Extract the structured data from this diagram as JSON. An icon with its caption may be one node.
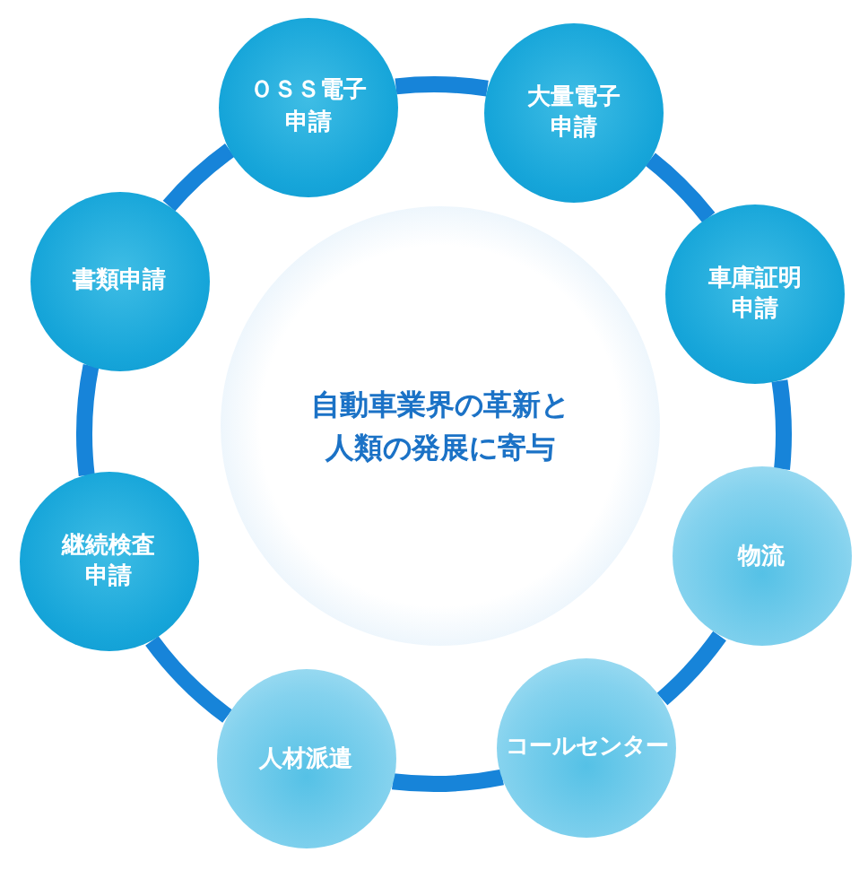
{
  "diagram": {
    "nodes": [
      {
        "text": [
          "自動車業界の革新と人類の発展に寄与"
        ]
      },
      {
        "text": [
          "ＯＳＳ電子申請"
        ]
      },
      {
        "text": [
          "大量電子申請"
        ]
      },
      {
        "text": [
          "車庫証明申請"
        ]
      },
      {
        "text": [
          "物流"
        ]
      },
      {
        "text": [
          "コールセンター"
        ]
      },
      {
        "text": [
          "人材派遣"
        ]
      },
      {
        "text": [
          "継続検査申請"
        ]
      },
      {
        "text": [
          "書類申請"
        ]
      }
    ],
    "edges": [
      {
        "from": 1,
        "to": 2,
        "arrow": "none"
      },
      {
        "from": 2,
        "to": 3,
        "arrow": "none"
      },
      {
        "from": 3,
        "to": 4,
        "arrow": "none"
      },
      {
        "from": 4,
        "to": 5,
        "arrow": "none"
      },
      {
        "from": 5,
        "to": 6,
        "arrow": "none"
      },
      {
        "from": 6,
        "to": 7,
        "arrow": "none"
      },
      {
        "from": 7,
        "to": 8,
        "arrow": "none"
      },
      {
        "from": 8,
        "to": 1,
        "arrow": "none"
      }
    ]
  }
}
